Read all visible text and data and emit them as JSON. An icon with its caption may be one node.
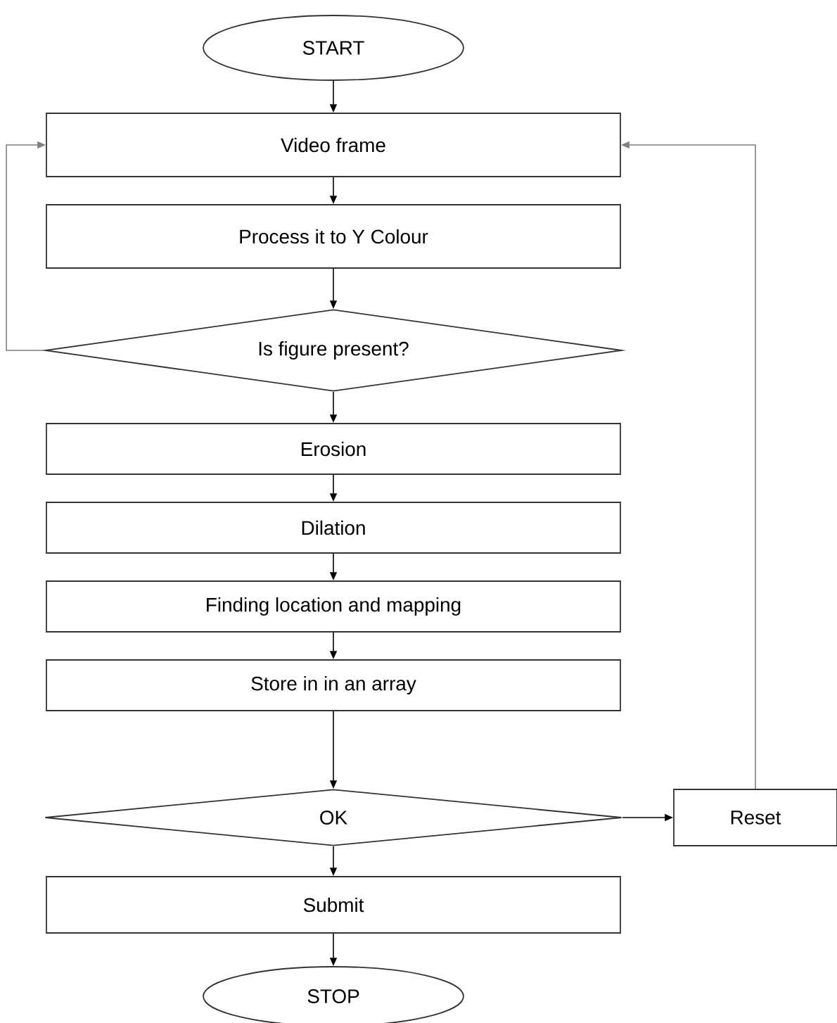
{
  "diagram": {
    "nodes": [
      {
        "text": [
          "START"
        ]
      },
      {
        "text": [
          "Video frame"
        ]
      },
      {
        "text": [
          "Process it to Y Colour"
        ]
      },
      {
        "text": [
          "Is figure present?"
        ]
      },
      {
        "text": [
          "Erosion"
        ]
      },
      {
        "text": [
          "Dilation"
        ]
      },
      {
        "text": [
          "Finding location and mapping"
        ]
      },
      {
        "text": [
          "Store in in an array"
        ]
      },
      {
        "text": [
          "OK"
        ]
      },
      {
        "text": [
          "Reset"
        ]
      },
      {
        "text": [
          "Submit"
        ]
      },
      {
        "text": [
          "STOP"
        ]
      }
    ],
    "edges": [
      {
        "from": 0,
        "to": 1,
        "arrow": "to"
      },
      {
        "from": 1,
        "to": 2,
        "arrow": "to"
      },
      {
        "from": 2,
        "to": 3,
        "arrow": "to"
      },
      {
        "from": 3,
        "to": 1,
        "arrow": "to",
        "color": "#808080"
      },
      {
        "from": 3,
        "to": 4,
        "arrow": "to"
      },
      {
        "from": 4,
        "to": 5,
        "arrow": "to"
      },
      {
        "from": 5,
        "to": 6,
        "arrow": "to"
      },
      {
        "from": 6,
        "to": 7,
        "arrow": "to"
      },
      {
        "from": 7,
        "to": 8,
        "arrow": "to"
      },
      {
        "from": 8,
        "to": 9,
        "arrow": "to"
      },
      {
        "from": 9,
        "to": 1,
        "arrow": "to",
        "color": "#808080"
      },
      {
        "from": 8,
        "to": 10,
        "arrow": "to"
      },
      {
        "from": 10,
        "to": 11,
        "arrow": "to"
      }
    ]
  }
}
